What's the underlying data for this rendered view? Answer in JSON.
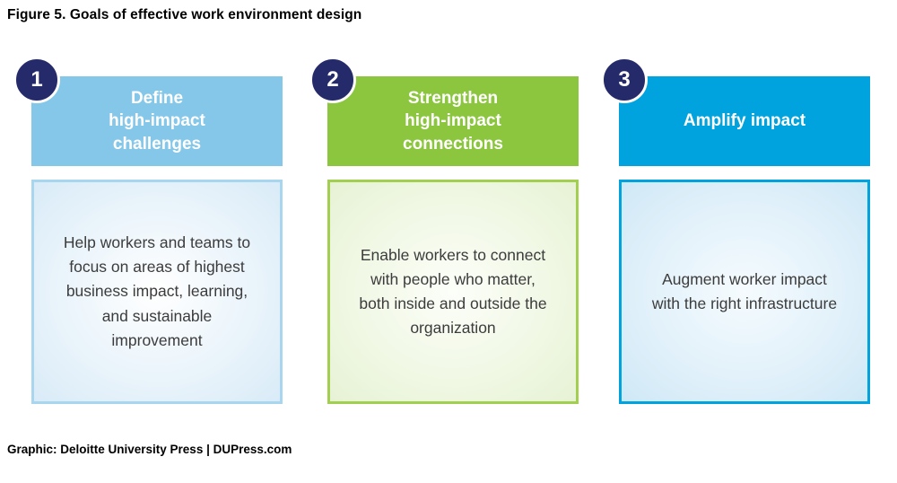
{
  "figure": {
    "title": "Figure 5. Goals of effective work environment design",
    "credit": "Graphic: Deloitte University Press  |  DUPress.com"
  },
  "colors": {
    "badge_navy": "#252a6a",
    "column1_accent": "#85c7e9",
    "column2_accent": "#8cc63f",
    "column3_accent": "#00a3dd"
  },
  "columns": [
    {
      "number": "1",
      "header": "Define\nhigh-impact\nchallenges",
      "body": "Help workers and teams to focus on areas of highest business impact, learning, and sustainable improvement"
    },
    {
      "number": "2",
      "header": "Strengthen\nhigh-impact\nconnections",
      "body": "Enable workers to connect with people who matter, both inside and outside the organization"
    },
    {
      "number": "3",
      "header": "Amplify impact",
      "body": "Augment worker impact with the right infrastructure"
    }
  ]
}
